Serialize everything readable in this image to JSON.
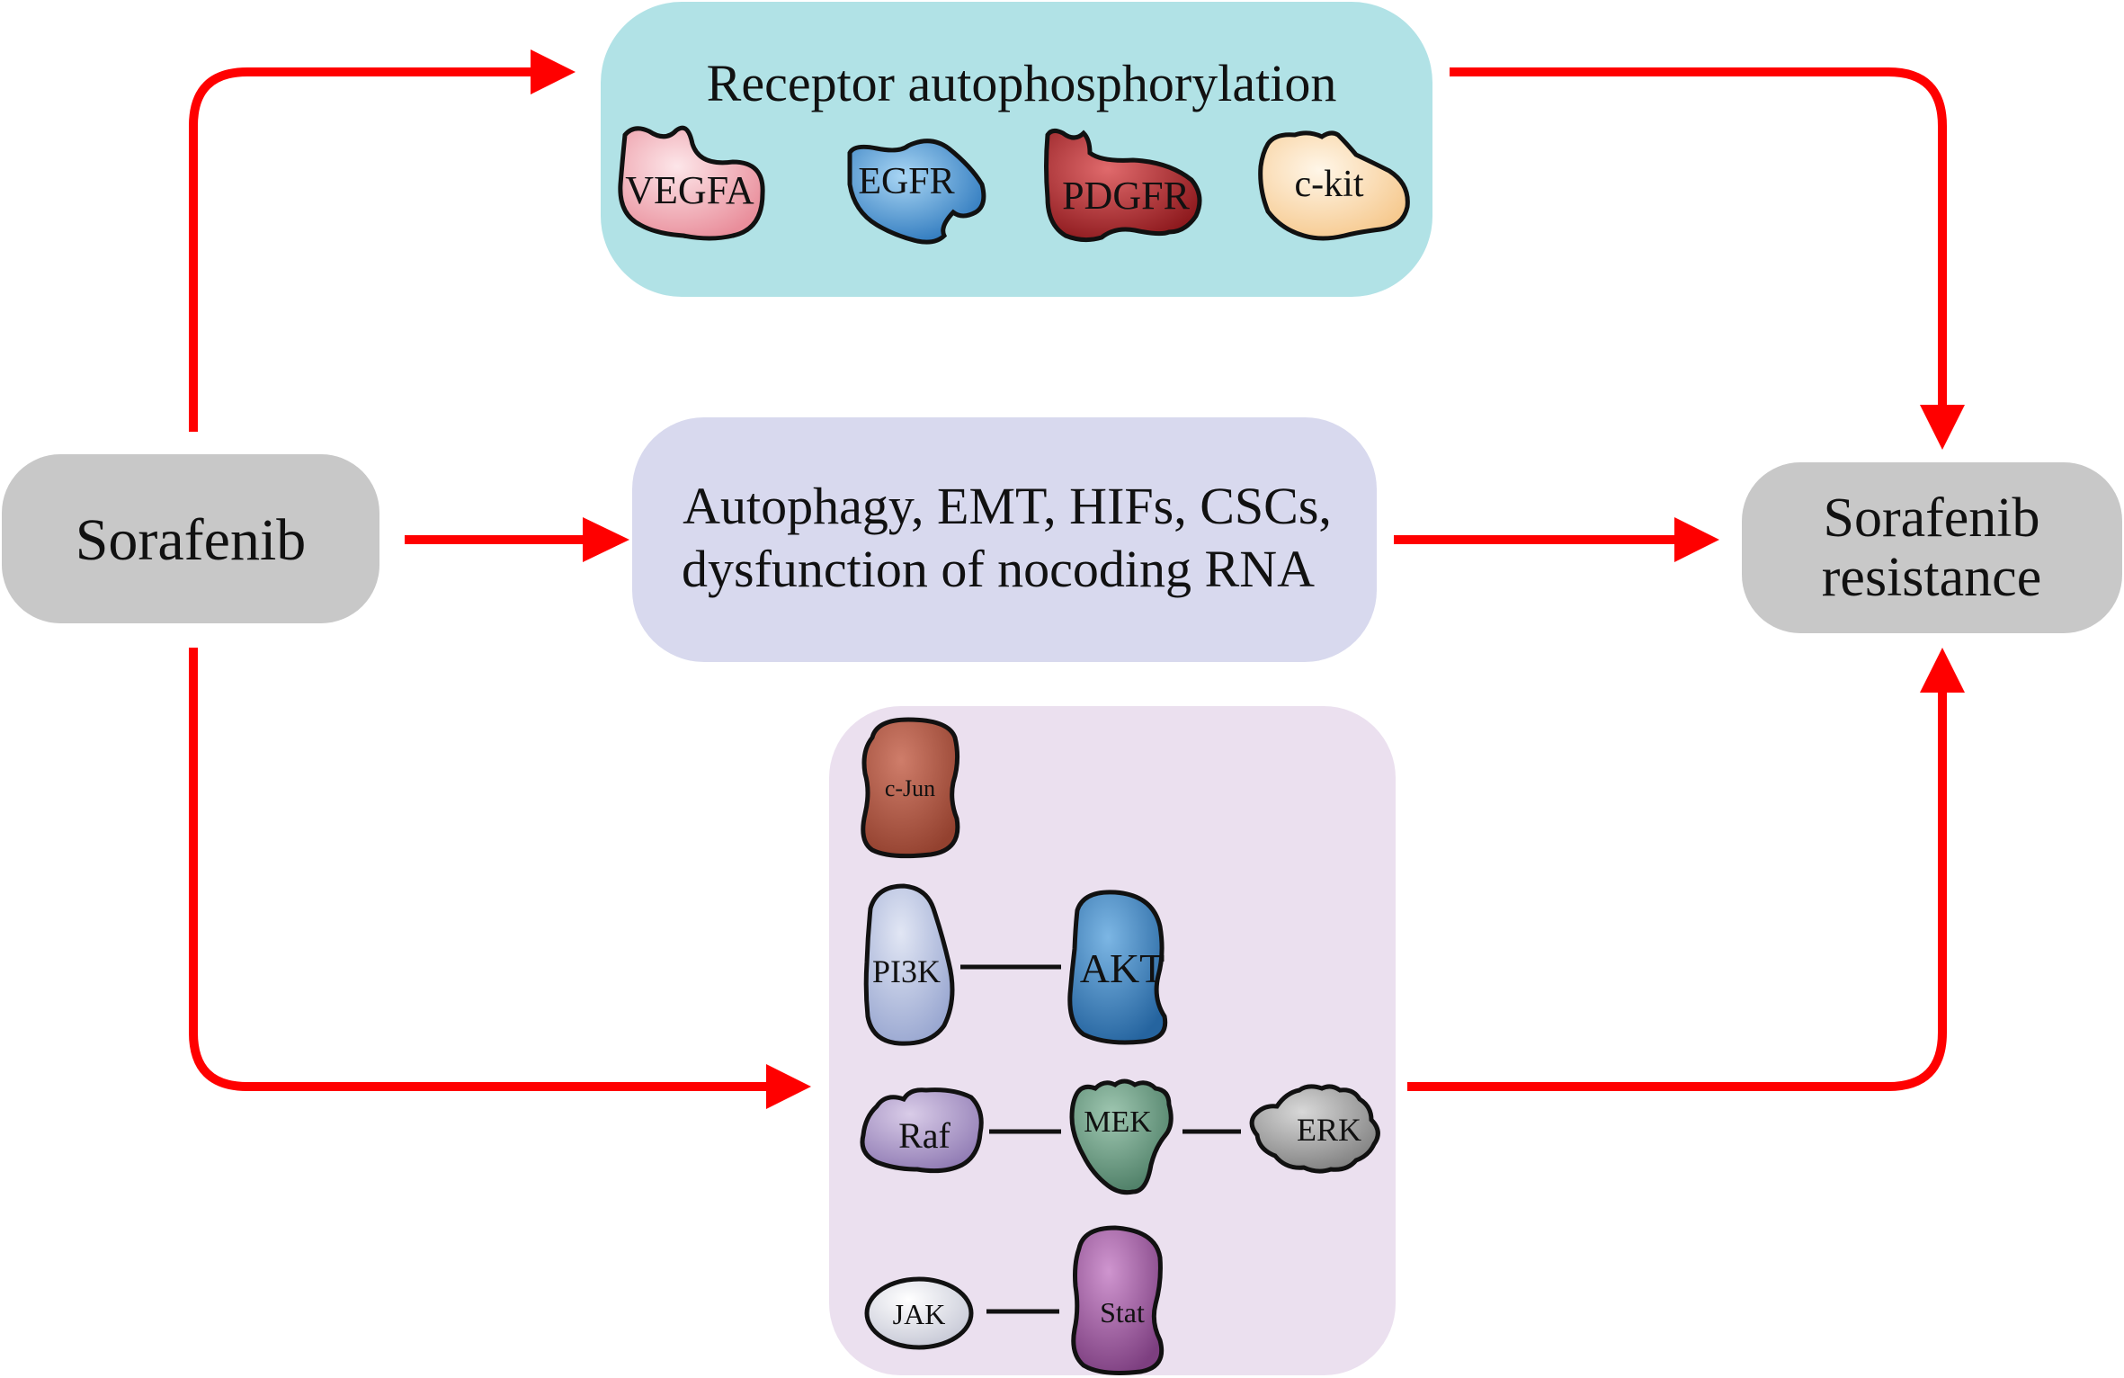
{
  "nodes": {
    "sorafenib": "Sorafenib",
    "resistance_line1": "Sorafenib",
    "resistance_line2": "resistance"
  },
  "receptor_box": {
    "title": "Receptor autophosphorylation",
    "proteins": [
      "VEGFA",
      "EGFR",
      "PDGFR",
      "c-kit"
    ]
  },
  "middle_box": {
    "line1": "Autophagy, EMT, HIFs, CSCs,",
    "line2": "dysfunction of nocoding RNA"
  },
  "pathway_box": {
    "cjun": "c-Jun",
    "pi3k": "PI3K",
    "akt": "AKT",
    "raf": "Raf",
    "mek": "MEK",
    "erk": "ERK",
    "jak": "JAK",
    "stat": "Stat"
  },
  "colors": {
    "arrow": "#ff0000",
    "receptor_box": "#b1e2e6",
    "middle_box": "#d8d9ee",
    "pathway_box": "#ebe0ef",
    "grey_node": "#c8c8c8",
    "vegfa": "#f4b6bd",
    "egfr": "#4f9bd6",
    "pdgfr": "#b02a2e",
    "ckit": "#fbe0b8",
    "cjun": "#b05a48",
    "pi3k": "#bcc6e4",
    "akt": "#3f86c4",
    "raf": "#b6a4cf",
    "mek": "#6e9e86",
    "erk": "#a7a7a7",
    "jak": "#e3e4ec",
    "stat": "#a765a8"
  }
}
